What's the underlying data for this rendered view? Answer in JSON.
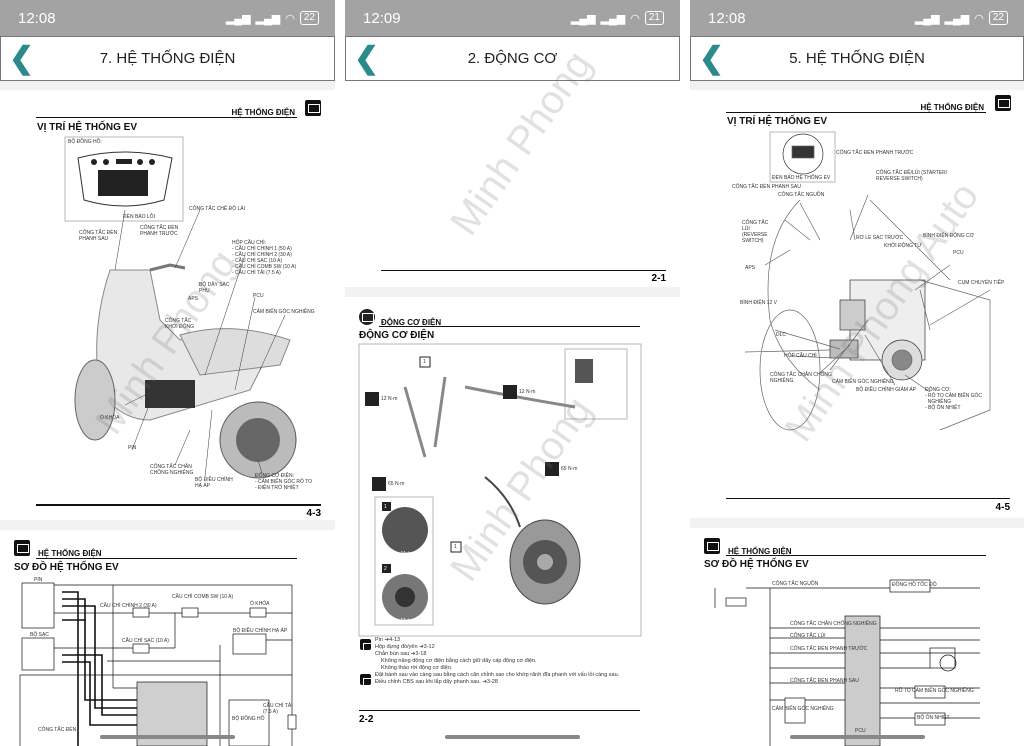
{
  "panels": [
    {
      "time": "12:08",
      "battery": "22",
      "title": "7. HỆ THỐNG ĐIỆN",
      "page1": {
        "section": "HỆ THỐNG ĐIỆN",
        "heading": "VỊ TRÍ HỆ THỐNG EV",
        "page_number": "4-3",
        "labels": [
          "BỘ ĐỒNG HỒ:",
          "ĐÈN BÁO LỖI",
          "CÔNG TẮC CHẾ ĐỘ LÁI",
          "CÔNG TẮC ĐÈN\nPHANH SAU",
          "CÔNG TẮC ĐÈN\nPHANH TRƯỚC",
          "HỘP CẦU CHÌ:\n- CẦU CHÌ CHÍNH 1 (50 A)\n- CẦU CHÌ CHÍNH 2 (30 A)\n- CẦU CHÌ SẠC (10 A)\n- CẦU CHÌ COMB SW (10 A)\n- CẦU CHÌ TẢI (7.5 A)",
          "BỘ DÂY SẠC\nPHỤ",
          "APS",
          "PCU",
          "CẢM BIẾN GÓC NGHIÊNG",
          "CÔNG TẮC\nKHỞI ĐỘNG",
          "Ổ KHÓA",
          "PIN",
          "CÔNG TẮC CHÂN\nCHỐNG NGHIÊNG",
          "BỘ ĐIỀU CHỈNH\nHẠ ÁP",
          "ĐỘNG CƠ ĐIỆN:\n- CẢM BIẾN GÓC RÔ TO\n- ĐIỆN TRỞ NHIỆT"
        ]
      },
      "page2": {
        "section": "HỆ THỐNG ĐIỆN",
        "heading": "SƠ ĐỒ HỆ THỐNG EV",
        "labels": [
          "PIN",
          "BỘ SẠC",
          "CẦU CHÌ CHÍNH 2 (30 A)",
          "CẦU CHÌ COMB SW (10 A)",
          "Ổ KHÓA",
          "CẦU CHÌ SẠC (10 A)",
          "BỘ ĐIỀU CHỈNH HẠ ÁP",
          "CẦU CHÌ TẢI\n(7.5 A)",
          "BỘ ĐỒNG HỒ",
          "CÔNG TẮC ĐÈN"
        ]
      },
      "watermark": "Minh Phong"
    },
    {
      "time": "12:09",
      "battery": "21",
      "title": "2. ĐỘNG CƠ",
      "page1": {
        "page_number": "2-1"
      },
      "page2": {
        "section": "ĐỘNG CƠ ĐIỆN",
        "heading": "ĐỘNG CƠ ĐIỆN",
        "page_number": "2-2",
        "torques": [
          "12 N·m",
          "12 N·m",
          "65 N·m",
          "65 N·m"
        ],
        "callouts": [
          "1",
          "1",
          "1",
          "2"
        ],
        "motor_label": "Motor",
        "notes": [
          "Pin ➔4-13",
          "Hộp đựng đồ/yên ➔3-12",
          "Chắn bùn sau ➔3-18",
          "Không nâng động cơ điện bằng cách giữ dây cáp động cơ điện.",
          "Không tháo rời động cơ điện.",
          "Đặt bánh sau vào càng sau bằng cách căn chỉnh sao cho khớp rãnh đĩa phanh với vấu lồi càng sau.",
          "Điều chỉnh CBS sau khi lắp dây phanh sau. ➔3-28"
        ]
      },
      "watermark": "Minh Phong"
    },
    {
      "time": "12:08",
      "battery": "22",
      "title": "5. HỆ THỐNG ĐIỆN",
      "page1": {
        "section": "HỆ THỐNG ĐIỆN",
        "heading": "VỊ TRÍ HỆ THỐNG EV",
        "page_number": "4-5",
        "labels": [
          "CÔNG TẮC ĐÈN PHANH TRƯỚC",
          "ĐÈN BÁO HỆ THỐNG EV",
          "CÔNG TẮC ĐỀ/LÙI (STARTER/\nREVERSE SWITCH)",
          "CÔNG TẮC ĐÈN PHANH SAU",
          "CÔNG TẮC NGUỒN",
          "CÔNG TẮC\nLÙI\n(REVERSE\nSWITCH)",
          "RƠ LE SẠC TRƯỚC",
          "BÌNH ĐIỆN ĐỘNG CƠ",
          "KHỞI ĐỘNG TỪ",
          "PCU",
          "APS",
          "CỤM CHUYỂN TIẾP",
          "BÌNH ĐIỆN 12 V",
          "DLC",
          "HỘP CẦU CHÌ",
          "CÔNG TẮC CHÂN CHỐNG\nNGHIÊNG",
          "CẢM BIẾN GÓC NGHIÊNG",
          "BỘ ĐIỀU CHỈNH GIẢM ÁP",
          "ĐỘNG CƠ:\n- RÔ TO CẢM BIẾN GÓC\n  NGHIÊNG\n- BỘ ÔN NHIỆT"
        ]
      },
      "page2": {
        "section": "HỆ THỐNG ĐIỆN",
        "heading": "SƠ ĐỒ HỆ THỐNG EV",
        "labels": [
          "CÔNG TẮC NGUỒN",
          "CÔNG TẮC CHÂN CHỐNG NGHIÊNG",
          "CÔNG TẮC LÙI",
          "CÔNG TẮC ĐÈN PHANH TRƯỚC",
          "CÔNG TẮC ĐÈN PHANH SAU",
          "PCU",
          "ĐỒNG HỒ TỐC ĐỘ",
          "RÔ TO CẢM BIẾN GÓC NGHIÊNG",
          "CẢM BIẾN GÓC NGHIÊNG",
          "BỘ ÔN NHIỆT"
        ]
      },
      "watermark": "Minh Phong Auto"
    }
  ],
  "colors": {
    "status_bar": "#a3a3a3",
    "back_arrow": "#2c8a8a"
  }
}
